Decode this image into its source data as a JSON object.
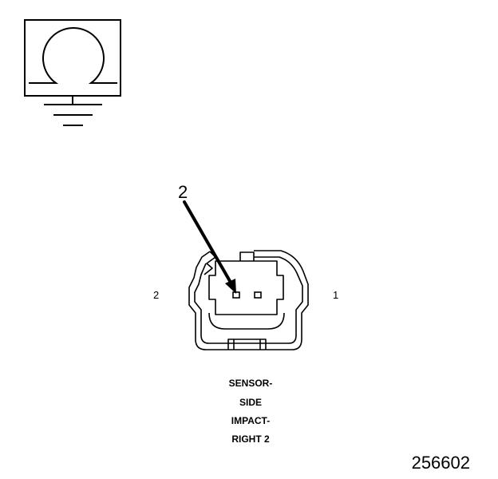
{
  "symbol": {
    "icon": "ohmmeter-ground-icon"
  },
  "callout": {
    "number": "2"
  },
  "pins": {
    "left_label": "2",
    "right_label": "1"
  },
  "caption": {
    "lines": [
      "SENSOR-",
      "SIDE",
      "IMPACT-",
      "RIGHT 2"
    ]
  },
  "figure_id": "256602",
  "colors": {
    "stroke": "#000000",
    "background": "#ffffff"
  }
}
